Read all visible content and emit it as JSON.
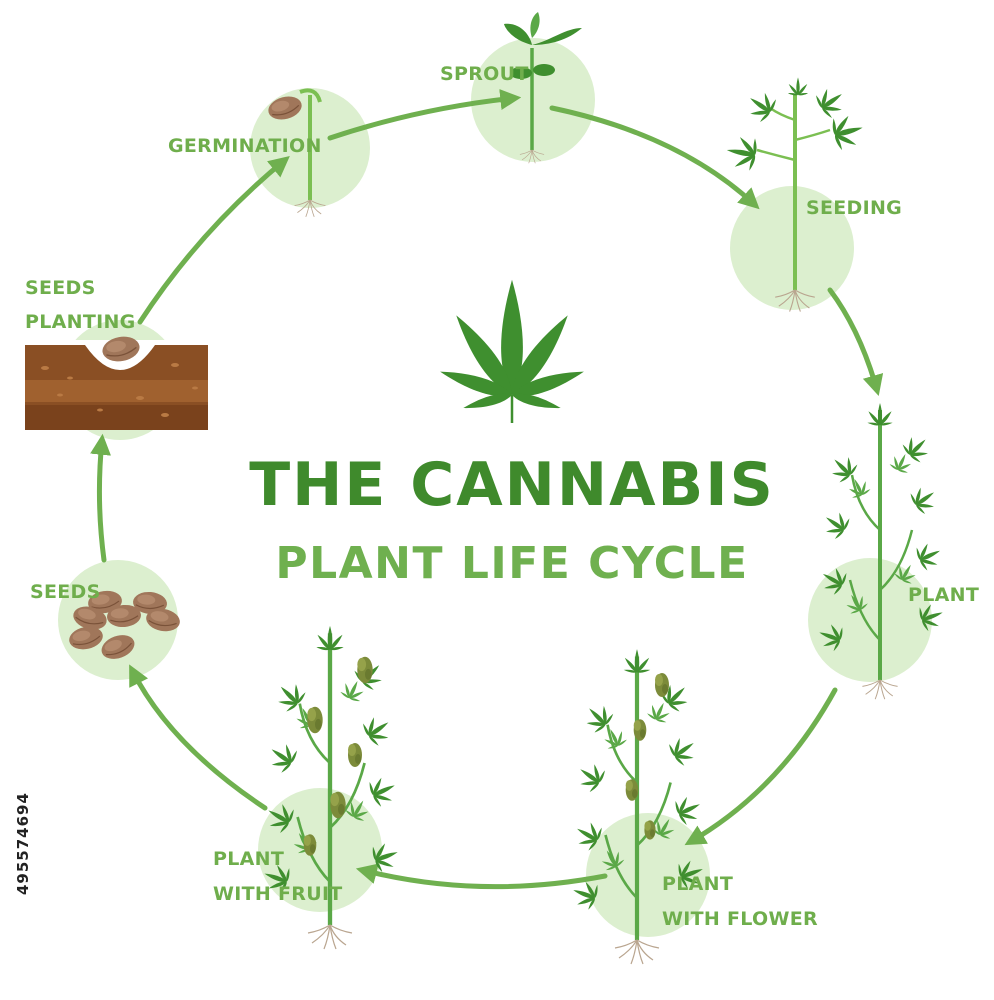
{
  "title": {
    "line1": "THE CANNABIS",
    "line2": "PLANT LIFE CYCLE"
  },
  "stages": {
    "germination": "GERMINATION",
    "sprout": "SPROUT",
    "seeding": "SEEDING",
    "plant": "PLANT",
    "plant_with_flower_1": "PLANT",
    "plant_with_flower_2": "WITH FLOWER",
    "plant_with_fruit_1": "PLANT",
    "plant_with_fruit_2": "WITH FRUIT",
    "seeds": "SEEDS",
    "seeds_planting_1": "SEEDS",
    "seeds_planting_2": "PLANTING"
  },
  "watermark_id": "495574694",
  "colors": {
    "title_dark": "#3f8a2c",
    "title_light": "#6fb04f",
    "label": "#6fae4c",
    "arrow": "#6fb04f",
    "stage_circle": "#dcefcf",
    "leaf": "#3f8f2f",
    "leaf_light": "#5aa847",
    "soil": "#8a4f24",
    "seed": "#a77b5d"
  },
  "icons": [
    "cannabis-leaf-icon",
    "seed-icon",
    "soil-icon",
    "sprout-icon",
    "plant-icon",
    "flower-bud-icon"
  ]
}
